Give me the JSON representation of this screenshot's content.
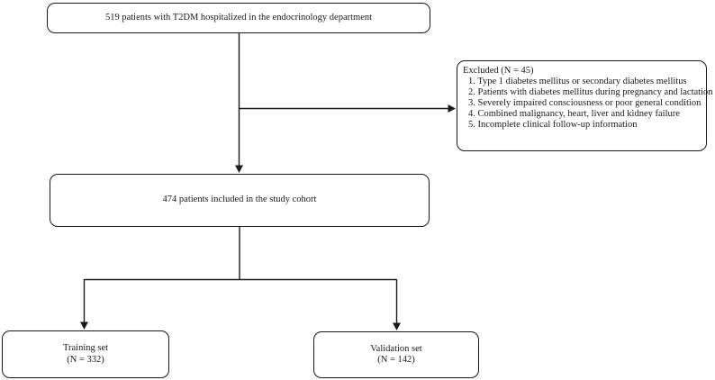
{
  "flowchart": {
    "colors": {
      "line": "#1a1a1a",
      "text": "#1a1a1a",
      "box_background": "#ffffff",
      "page_background": "#ffffff"
    },
    "boxes": {
      "enrolled": {
        "label": "519 patients with T2DM hospitalized in the endocrinology department"
      },
      "excluded": {
        "title": "Excluded (N = 45)",
        "items": [
          "1. Type 1 diabetes mellitus or secondary diabetes mellitus",
          "2. Patients with diabetes mellitus during pregnancy and lactation",
          "3. Severely impaired consciousness or poor general condition",
          "4. Combined malignancy, heart, liver and kidney failure",
          "5. Incomplete clinical follow-up information"
        ]
      },
      "cohort": {
        "label": "474 patients included in the study cohort"
      },
      "training": {
        "line1": "Training set",
        "line2": "(N = 332)"
      },
      "validation": {
        "line1": "Validation set",
        "line2": "(N = 142)"
      }
    }
  }
}
